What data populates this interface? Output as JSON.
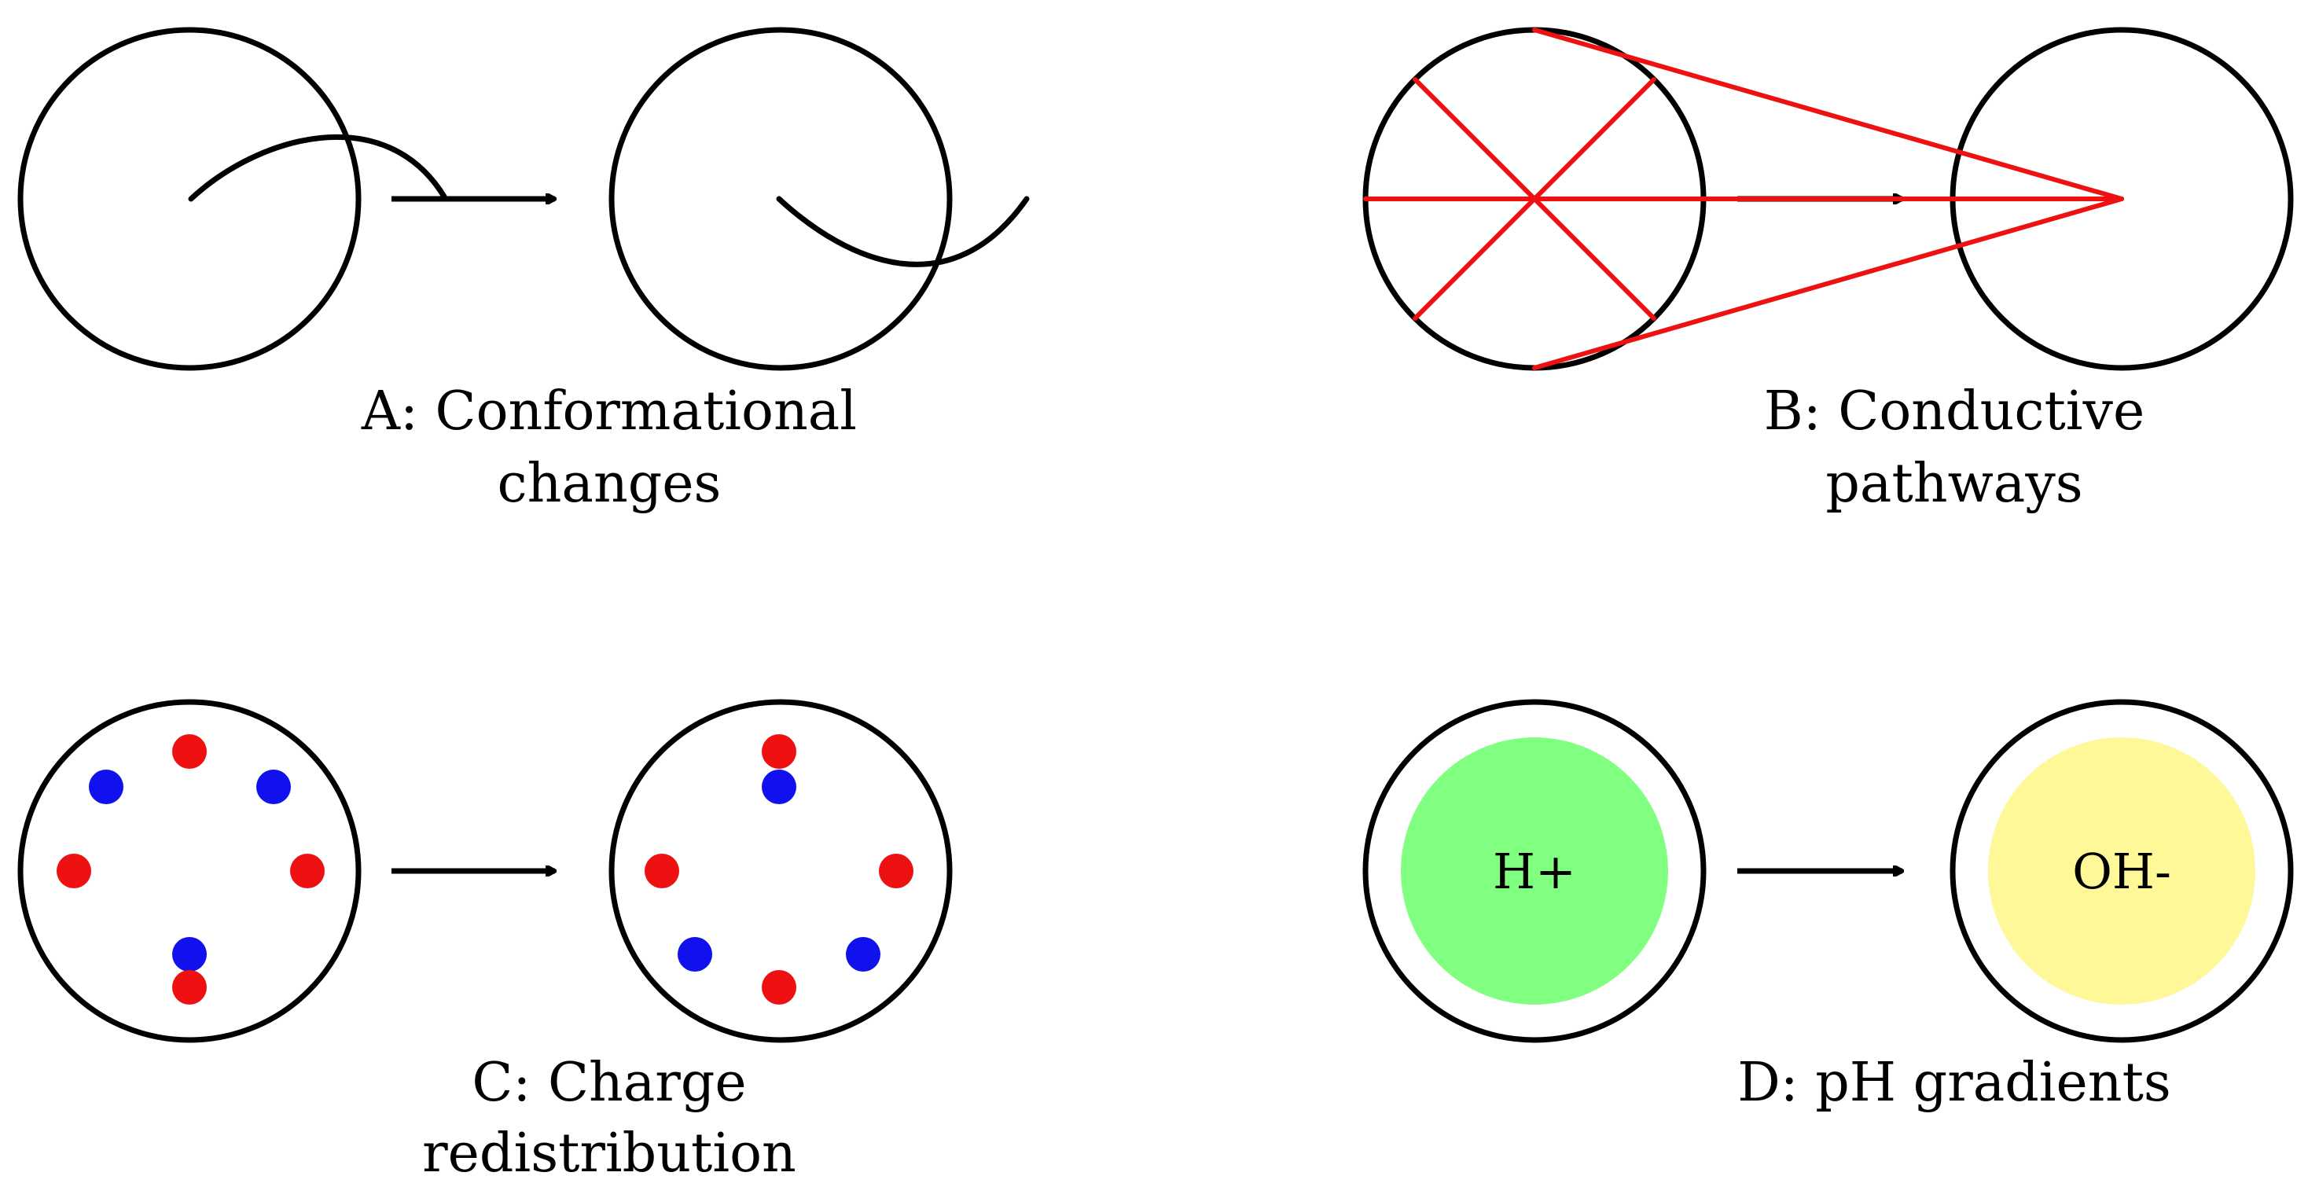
{
  "panels": {
    "a": {
      "caption_line1": "A: Conformational",
      "caption_line2": "changes"
    },
    "b": {
      "caption_line1": "B: Conductive",
      "caption_line2": "pathways",
      "line_color": "#ee1111"
    },
    "c": {
      "caption_line1": "C: Charge",
      "caption_line2": "redistribution",
      "positive_color": "#ee1111",
      "negative_color": "#1111ee"
    },
    "d": {
      "caption": "D: pH gradients",
      "left_label": "H+",
      "right_label": "OH-",
      "left_fill": "#80ff80",
      "right_fill": "#fff899"
    }
  },
  "colors": {
    "stroke": "#000000",
    "background": "#ffffff"
  }
}
